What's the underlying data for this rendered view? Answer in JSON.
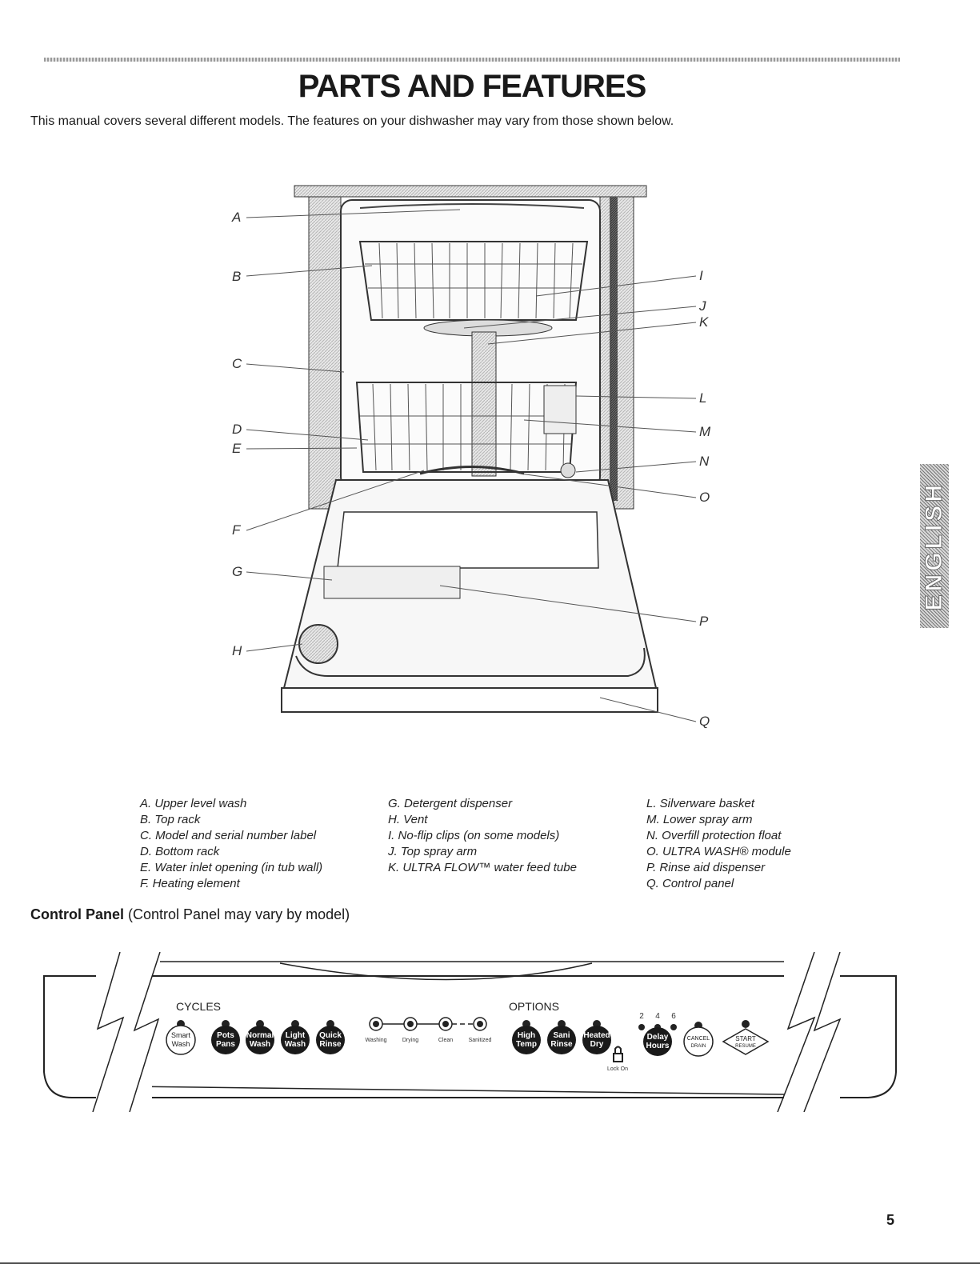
{
  "page_title": "PARTS AND FEATURES",
  "intro": "This manual covers several different models. The features on your dishwasher may vary from those shown below.",
  "diagram_letters": [
    "A",
    "B",
    "C",
    "D",
    "E",
    "F",
    "G",
    "H",
    "I",
    "J",
    "K",
    "L",
    "M",
    "N",
    "O",
    "P",
    "Q"
  ],
  "legend": {
    "col1": [
      "A. Upper level wash",
      "B. Top rack",
      "C. Model and serial number label",
      "D. Bottom rack",
      "E. Water inlet opening (in tub wall)",
      "F. Heating element"
    ],
    "col2": [
      "G. Detergent dispenser",
      "H. Vent",
      "I. No-flip clips (on some models)",
      "J. Top spray arm",
      "K. ULTRA FLOW™ water feed tube"
    ],
    "col3": [
      "L. Silverware basket",
      "M. Lower spray arm",
      "N. Overfill protection float",
      "O. ULTRA WASH® module",
      "P. Rinse aid dispenser",
      "Q. Control panel"
    ]
  },
  "control_panel": {
    "heading_bold": "Control Panel",
    "heading_rest": " (Control Panel may vary by model)",
    "cycles_label": "CYCLES",
    "options_label": "OPTIONS",
    "cycle_buttons": [
      [
        "Smart",
        "Wash"
      ],
      [
        "Pots",
        "Pans"
      ],
      [
        "Normal",
        "Wash"
      ],
      [
        "Light",
        "Wash"
      ],
      [
        "Quick",
        "Rinse"
      ]
    ],
    "status_lights": [
      "Washing",
      "Drying",
      "Clean",
      "Sanitized"
    ],
    "option_buttons": [
      [
        "High",
        "Temp"
      ],
      [
        "Sani",
        "Rinse"
      ],
      [
        "Heated",
        "Dry"
      ]
    ],
    "lock_label": "Lock On",
    "delay_numbers": [
      "2",
      "4",
      "6"
    ],
    "delay_button": [
      "Delay",
      "Hours"
    ],
    "cancel_button": [
      "CANCEL",
      "DRAIN"
    ],
    "start_button": [
      "START",
      "RESUME"
    ]
  },
  "side_tab": "ENGLISH",
  "page_number": "5"
}
